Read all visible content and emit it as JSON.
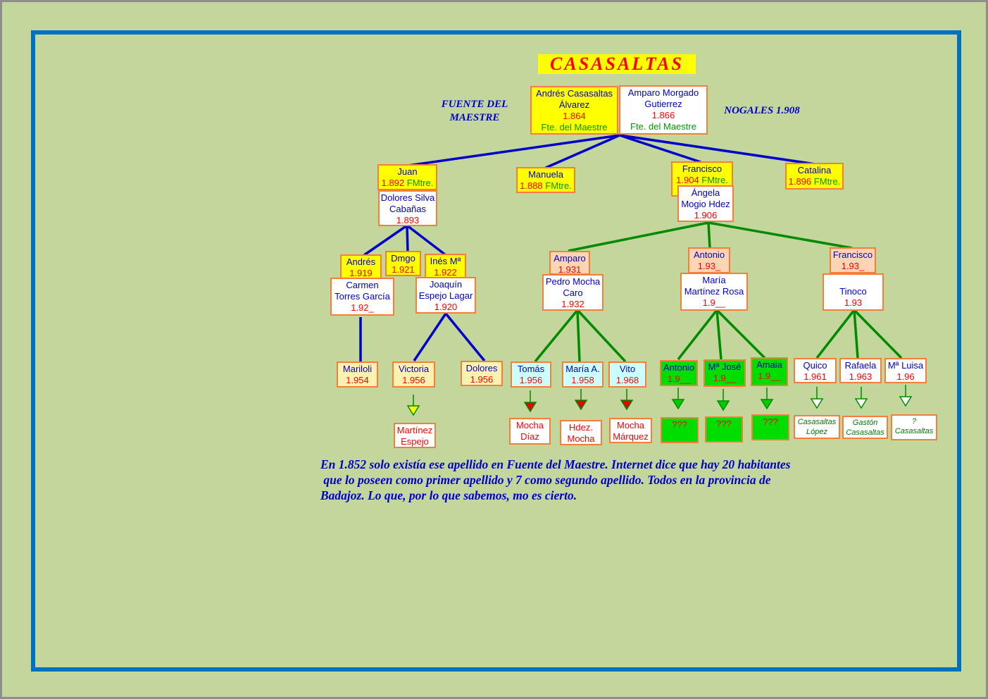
{
  "title": "CASASALTAS",
  "labels": {
    "left": [
      "FUENTE DEL",
      "MAESTRE"
    ],
    "right": "NOGALES  1.908"
  },
  "people": {
    "andres_senior": [
      "Andrés Casasaltas",
      "Álvarez",
      "1.864",
      "Fte. del Maestre"
    ],
    "amparo_senior": [
      "Amparo Morgado",
      "Gutierrez",
      "1.866",
      "Fte. del Maestre"
    ],
    "juan": {
      "name": "Juan",
      "year": "1.892",
      "place": "FMtre."
    },
    "manuela": {
      "year": "1.888",
      "place": "FMtre.",
      "name": "Manuela"
    },
    "francisco": {
      "name": "Francisco",
      "year": "1.904",
      "place": "FMtre."
    },
    "catalina": {
      "name": "Catalina",
      "year": "1.896",
      "place": "FMtre."
    },
    "dolores_silva": [
      "Dolores Silva",
      "Cabañas",
      "1.893"
    ],
    "angela": [
      "Ángela",
      "Mogio Hdez",
      "1.906"
    ],
    "andres": [
      "Andrés",
      "1.919"
    ],
    "dmgo": [
      "Dmgo",
      "1.921"
    ],
    "ines": [
      "Inés Mª",
      "1.922"
    ],
    "carmen": [
      "Carmen",
      "Torres García",
      "1.92_"
    ],
    "joaquin": [
      "Joaquín",
      "Espejo Lagar",
      "1.920"
    ],
    "amparo": [
      "Amparo",
      "1.931"
    ],
    "pedro": [
      "Pedro Mocha",
      "Caro",
      "1.932"
    ],
    "antonio": [
      "Antonio",
      "1.93_"
    ],
    "maria": [
      "María",
      "Martínez Rosa",
      "1.9__"
    ],
    "francisco2": [
      "Francisco",
      "1.93_"
    ],
    "tinoco": [
      "Tinoco",
      "1.93"
    ],
    "mariloli": [
      "Mariloli",
      "1.954"
    ],
    "victoria": [
      "Victoria",
      "1.956"
    ],
    "dolores": [
      "Dolores",
      "1.956"
    ],
    "tomas": [
      "Tomás",
      "1.956"
    ],
    "maria_a": [
      "María A.",
      "1.958"
    ],
    "vito": [
      "Vito",
      "1.968"
    ],
    "antonio2": [
      "Antonio",
      "1.9__"
    ],
    "ma_jose": [
      "Mª José",
      "1.9__"
    ],
    "amaia": [
      "Amaia",
      "1.9__"
    ],
    "quico": [
      "Quico",
      "1.961"
    ],
    "rafaela": [
      "Rafaela",
      "1.963"
    ],
    "ma_luisa": [
      "Mª Luisa",
      "1.96"
    ],
    "martinez_espejo": [
      "Martínez",
      "Espejo"
    ],
    "mocha_diaz": [
      "Mocha",
      "Díaz"
    ],
    "hdez_mocha": [
      "Hdez.",
      "Mocha"
    ],
    "mocha_marquez": [
      "Mocha",
      "Márquez"
    ],
    "unk1": "???",
    "unk2": "???",
    "unk3": "???",
    "casasaltas_lopez": [
      "Casasaltas",
      "López"
    ],
    "gaston": [
      "Gastón",
      "Casasaltas"
    ],
    "q_casasaltas": [
      "?",
      "Casasaltas"
    ]
  },
  "note": [
    "En 1.852 solo existía ese apellido en Fuente del Maestre. Internet dice que hay 20 habitantes",
    " que lo poseen como primer apellido y 7 como segundo apellido. Todos en la provincia de",
    "Badajoz. Lo que, por lo que sabemos, mo es cierto."
  ],
  "colors": {
    "line_blue": "#0000cc",
    "line_green": "#008a00",
    "frame": "#0070c0",
    "background": "#c3d69b"
  }
}
